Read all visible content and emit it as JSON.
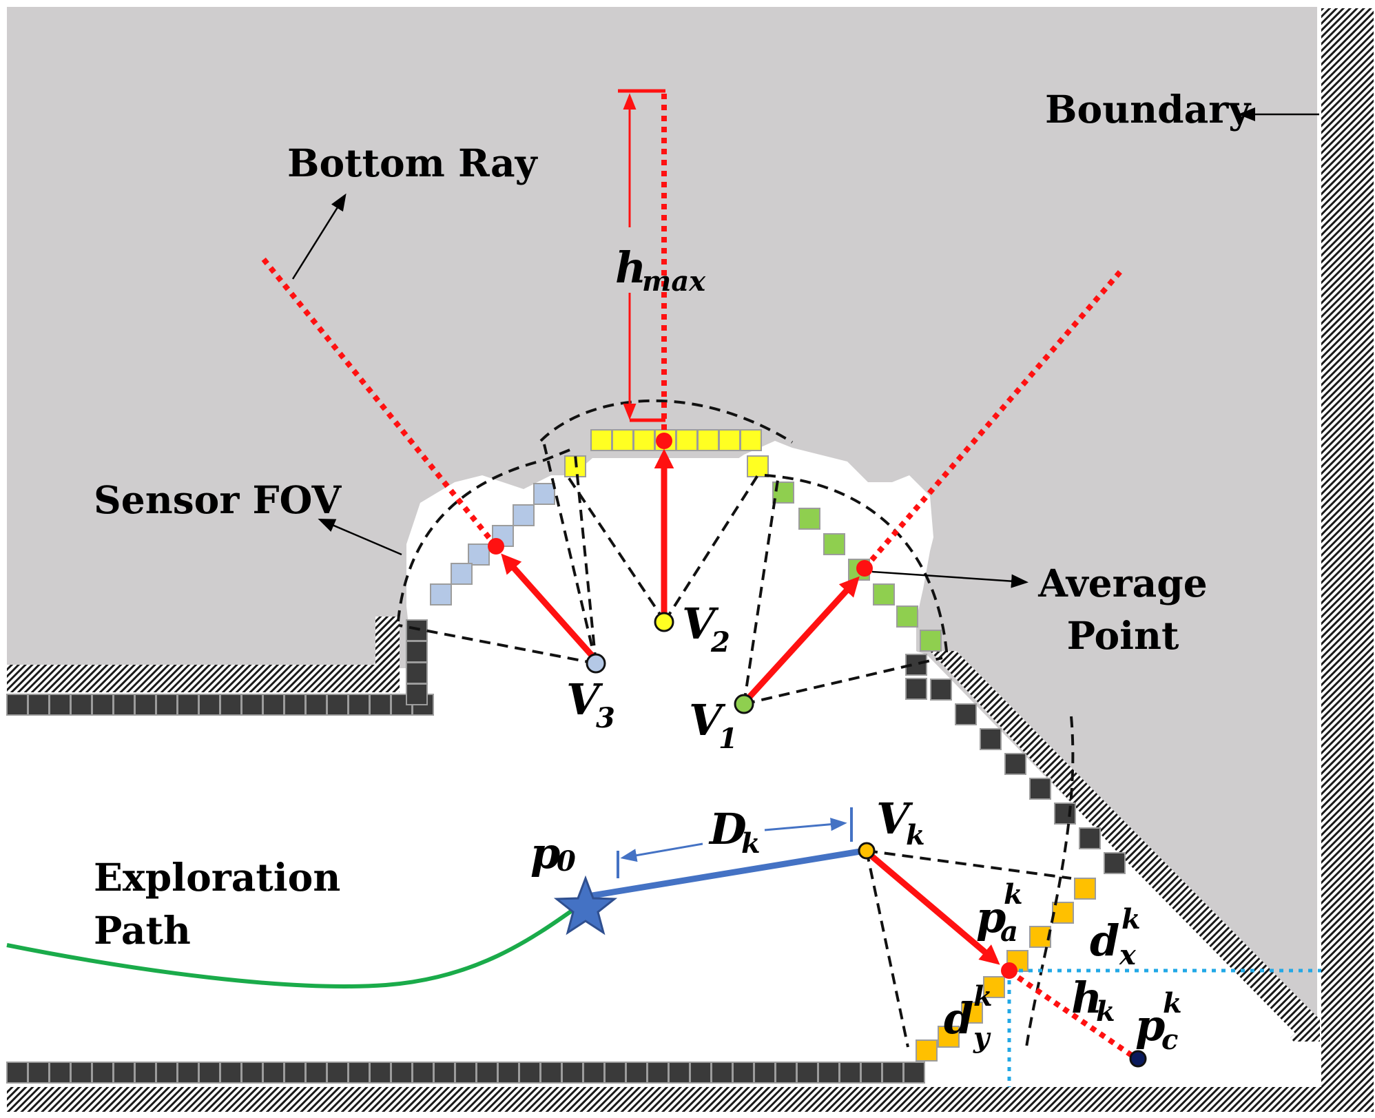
{
  "labels": {
    "boundary": "Boundary",
    "bottom_ray": "Bottom Ray",
    "sensor_fov": "Sensor FOV",
    "average_point_line1": "Average",
    "average_point_line2": "Point",
    "exploration_line1": "Exploration",
    "exploration_line2": "Path"
  },
  "math": {
    "h_max": {
      "base": "h",
      "sub": "max"
    },
    "v1": {
      "base": "V",
      "sub": "1"
    },
    "v2": {
      "base": "V",
      "sub": "2"
    },
    "v3": {
      "base": "V",
      "sub": "3"
    },
    "vk": {
      "base": "V",
      "sub": "k"
    },
    "p0": {
      "base": "p",
      "sub": "0"
    },
    "dk": {
      "base": "D",
      "sub": "k"
    },
    "pak": {
      "base": "p",
      "sub": "a",
      "sup": "k"
    },
    "pck": {
      "base": "p",
      "sub": "c",
      "sup": "k"
    },
    "dxk": {
      "base": "d",
      "sub": "x",
      "sup": "k"
    },
    "dyk": {
      "base": "d",
      "sub": "y",
      "sup": "k"
    },
    "hk": {
      "base": "h",
      "sub": "k"
    }
  },
  "colors": {
    "unknown_region": "#cfcdce",
    "obstacle": "#3a3a3a",
    "ray": "#ff1111",
    "fov": "#111111",
    "path": "#1aab4a",
    "distance": "#4472c4",
    "offset": "#22a8e6",
    "frontier_v1": "#8fcf4f",
    "frontier_v2": "#ffff22",
    "frontier_v3": "#b4c8e6",
    "frontier_vk": "#ffc000",
    "start_star": "#4472c4"
  },
  "icons": {
    "start": "star-icon"
  }
}
